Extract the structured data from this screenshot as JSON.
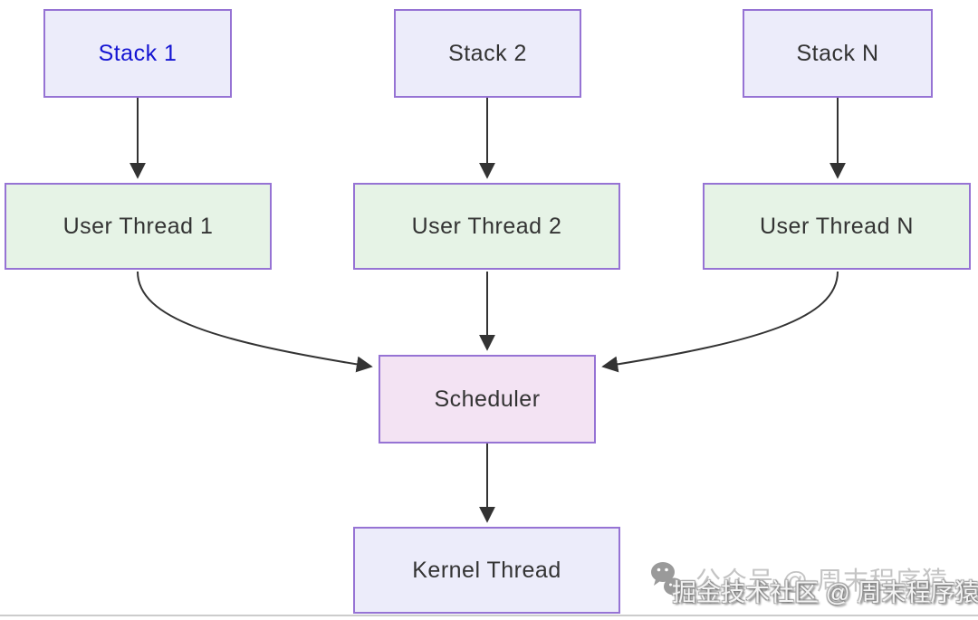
{
  "diagram": {
    "type": "flowchart",
    "nodes": {
      "stack1": {
        "label": "Stack 1",
        "fill": "#ececfa",
        "text_color": "#1414d2"
      },
      "stack2": {
        "label": "Stack 2",
        "fill": "#ececfa",
        "text_color": "#333333"
      },
      "stackN": {
        "label": "Stack N",
        "fill": "#ececfa",
        "text_color": "#333333"
      },
      "ut1": {
        "label": "User Thread 1",
        "fill": "#e6f3e6",
        "text_color": "#333333"
      },
      "ut2": {
        "label": "User Thread 2",
        "fill": "#e6f3e6",
        "text_color": "#333333"
      },
      "utN": {
        "label": "User Thread N",
        "fill": "#e6f3e6",
        "text_color": "#333333"
      },
      "scheduler": {
        "label": "Scheduler",
        "fill": "#f3e3f3",
        "text_color": "#333333"
      },
      "kernel": {
        "label": "Kernel Thread",
        "fill": "#ececfa",
        "text_color": "#333333"
      }
    },
    "edges": [
      {
        "from": "Stack 1",
        "to": "User Thread 1"
      },
      {
        "from": "Stack 2",
        "to": "User Thread 2"
      },
      {
        "from": "Stack N",
        "to": "User Thread N"
      },
      {
        "from": "User Thread 1",
        "to": "Scheduler"
      },
      {
        "from": "User Thread 2",
        "to": "Scheduler"
      },
      {
        "from": "User Thread N",
        "to": "Scheduler"
      },
      {
        "from": "Scheduler",
        "to": "Kernel Thread"
      }
    ],
    "colors": {
      "node_border": "#9673d4",
      "arrow": "#333333",
      "background": "#ffffff"
    }
  },
  "watermark": {
    "icon": "wechat-icon",
    "back_text": "公众号 @ 周末程序猿",
    "front_text": "掘金技术社区 @ 周末程序猿"
  }
}
